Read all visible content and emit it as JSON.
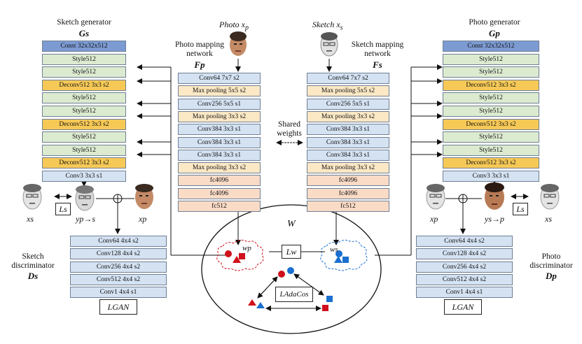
{
  "sketch_generator": {
    "title": "Sketch generator",
    "symbol": "Gs",
    "blocks": [
      "Const 32x32x512",
      "Style512",
      "Style512",
      "Deconv512 3x3 s2",
      "Style512",
      "Style512",
      "Deconv512 3x3 s2",
      "Style512",
      "Style512",
      "Deconv512 3x3 s2",
      "Conv3 3x3 s1"
    ]
  },
  "photo_generator": {
    "title": "Photo generator",
    "symbol": "Gp",
    "blocks": [
      "Const 32x32x512",
      "Style512",
      "Style512",
      "Deconv512 3x3 s2",
      "Style512",
      "Style512",
      "Deconv512 3x3 s2",
      "Style512",
      "Style512",
      "Deconv512 3x3 s2",
      "Conv3 3x3 s1"
    ]
  },
  "photo_mapping": {
    "title_line1": "Photo mapping",
    "title_line2": "network",
    "symbol": "Fp",
    "input_label": "Photo x",
    "input_sub": "p",
    "blocks": [
      "Conv64 7x7 s2",
      "Max pooling 5x5 s2",
      "Conv256 5x5 s1",
      "Max pooling 3x3 s2",
      "Conv384 3x3 s1",
      "Conv384 3x3 s1",
      "Conv384 3x3 s1",
      "Max pooling 3x3 s2",
      "fc4096",
      "fc4096",
      "fc512"
    ]
  },
  "sketch_mapping": {
    "title_line1": "Sketch mapping",
    "title_line2": "network",
    "symbol": "Fs",
    "input_label": "Sketch x",
    "input_sub": "s",
    "blocks": [
      "Conv64 7x7 s2",
      "Max pooling 5x5 s2",
      "Conv256 5x5 s1",
      "Max pooling 3x3 s2",
      "Conv384 3x3 s1",
      "Conv384 3x3 s1",
      "Conv384 3x3 s1",
      "Max pooling 3x3 s2",
      "fc4096",
      "fc4096",
      "fc512"
    ]
  },
  "shared": {
    "line1": "Shared",
    "line2": "weights"
  },
  "sketch_discriminator": {
    "title_line1": "Sketch",
    "title_line2": "discriminator",
    "symbol": "Ds",
    "blocks": [
      "Conv64 4x4 s2",
      "Conv128 4x4 s2",
      "Conv256 4x4 s2",
      "Conv512 4x4 s2",
      "Conv1 4x4 s1"
    ],
    "loss": "LGAN"
  },
  "photo_discriminator": {
    "title_line1": "Photo",
    "title_line2": "discriminator",
    "symbol": "Dp",
    "blocks": [
      "Conv64 4x4 s2",
      "Conv128 4x4 s2",
      "Conv256 4x4 s2",
      "Conv512 4x4 s2",
      "Conv1 4x4 s1"
    ],
    "loss": "LGAN"
  },
  "latent": {
    "space": "W",
    "wp": "wp",
    "ws": "ws",
    "lw": "Lw",
    "adacos": "LAdaCos"
  },
  "left_row": {
    "xs": "xs",
    "ls": "Ls",
    "y": "yp→s",
    "xp": "xp"
  },
  "right_row": {
    "xp": "xp",
    "y": "ys→p",
    "ls": "Ls",
    "xs": "xs"
  },
  "colors": {
    "red": "#d0101c",
    "blue": "#1a6fd0",
    "const": "#7d9bd3",
    "style": "#dcebd0",
    "deconv": "#f6c957",
    "conv": "#d4e2f2",
    "pool": "#fbe8c5",
    "fc": "#f9dbc6"
  }
}
